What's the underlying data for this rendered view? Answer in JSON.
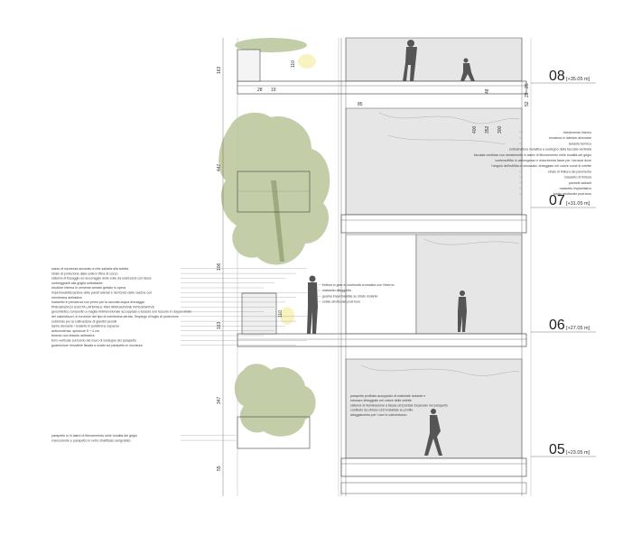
{
  "levels": [
    {
      "number": "08",
      "elevation": "[+35.05 m]"
    },
    {
      "number": "07",
      "elevation": "[+31.05 m]"
    },
    {
      "number": "06",
      "elevation": "[+27.05 m]"
    },
    {
      "number": "05",
      "elevation": "[+23.05 m]"
    }
  ],
  "dimensions": {
    "left_163_top": "163",
    "left_447": "447",
    "left_106": "106",
    "left_163_mid": "163",
    "left_347": "347",
    "left_55": "55",
    "planter_110_top": "110",
    "planter_110_mid": "110",
    "slab_28": "28",
    "slab_19": "19",
    "slab_85": "85",
    "room_400": "400",
    "room_352": "352",
    "room_300": "300",
    "room_48": "48",
    "right_20": "20",
    "right_28": "28",
    "right_52": "52"
  },
  "notes_right_upper": [
    "rivestimento interno",
    "muratura in laterizio alveolare",
    "isolante termico",
    "sottostruttura metallica a sostegno della facciata ventilata",
    "facciata ventilata con rivestimento in lastre di fibrocemento nelle tonalità del grigio",
    "controsoffitto in cartongesso e mascherina fasce per i terrazzi dove",
    "l'angolo dell'edificio è smussato, tinteggiato nel colore come le celette",
    "strato di finitura del pavimento",
    "massetto di finitura",
    "pannelli radianti",
    "massetto impiantistico",
    "solaio strutturale post-teso"
  ],
  "notes_left": [
    "sasso di sicurezza ancorato a rete saldata alla soletta",
    "strato di protezione dalla cella in fibra di cocco",
    "sistema di fissaggio ed ancoraggio delle zolle da realizzarsi con fasce",
    "ombreggianti alla griglia sottostante",
    "strutture interna in cemento armato gettato in opera",
    "impermeabilizzazione delle pareti laterali e del fondo delle vasche con",
    "membrana antiradice",
    "massetto in pendenza con primo per la raccolta acqua drenaggio",
    "PRESENZA DI USCITA LATERALE PER IRRIGAZIONE INTEGRATIVE",
    "geosintetico composito a maglia tridimensionale accoppiato a tessuto non tessuto in doppio strato",
    "dei calcestruzzi, in funzione del tipo di membrana aerata, l'impiego di foglio di protezione",
    "substrato per la coltivazione di giardini pensili",
    "lastra drenante / isolante in polistirene espanso",
    "anticondensa, spessore 5 + 4 cm",
    "tessuto non tessuto antiradice",
    "ferro verticale sul bordo del muro di sostegno del parapetto",
    "guarnizione rimovibile fissata a scatto sul parapetto in muratura"
  ],
  "notes_center_upper": [
    "finitura in gres in continuità cromatica con l'interno",
    "massetto alleggerito",
    "guaina impermeabile su strato isolante",
    "solaio strutturale post-teso"
  ],
  "notes_center_lower": [
    "parapetto profilato accoppiato di materiale isolante e",
    "intonaco tinteggiato nel colore delle celette",
    "sistema di illuminazione a fascia orizzontale incassato nel parapetto",
    "costituito da strisce LED installate su profilo",
    "alloggiamento per i cavi in calcestruzzo"
  ],
  "notes_left_bottom": [
    "parapetto in in lastre di fibrocemento nelle tonalità del grigio",
    "mancorrente e parapetto in vetro stratificato serigrafato"
  ],
  "colors": {
    "wall_fill": "#e8e8e8",
    "tree_green": "#b9c69a",
    "tree_green_dark": "#9fb07a",
    "line": "#555555",
    "slab_fill": "#ffffff"
  },
  "icons": [
    "tree-canopy-icon",
    "person-silhouette-icon",
    "child-silhouette-icon",
    "section-marker-icon"
  ]
}
